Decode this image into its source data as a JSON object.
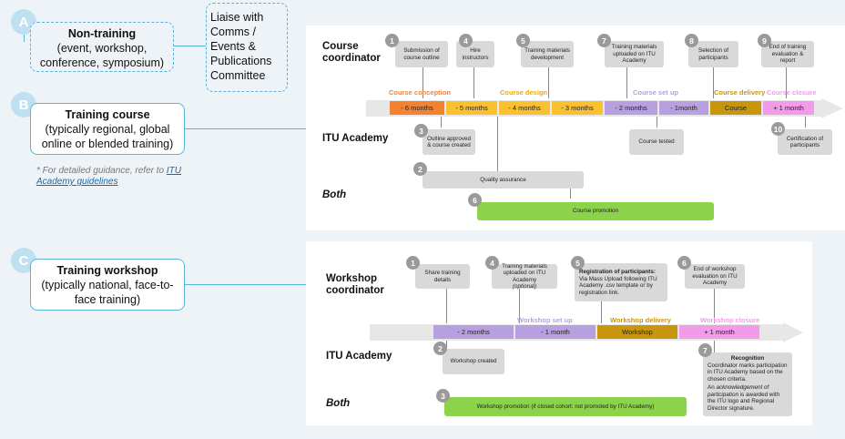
{
  "left": {
    "a": {
      "letter": "A",
      "title": "Non-training",
      "subtitle": "(event, workshop, conference, symposium)",
      "liaise": "Liaise with Comms / Events & Publications Committee"
    },
    "b": {
      "letter": "B",
      "title": "Training course",
      "subtitle": "(typically regional, global online or blended training)",
      "note_prefix": "* For detailed guidance, refer to ",
      "note_link": "ITU Academy guidelines"
    },
    "c": {
      "letter": "C",
      "title": "Training workshop",
      "subtitle": "(typically national, face-to-face training)"
    }
  },
  "course": {
    "roles": {
      "coordinator": "Course coordinator",
      "academy": "ITU Academy",
      "both": "Both"
    },
    "steps": [
      {
        "n": "1",
        "text": "Submission of course outline"
      },
      {
        "n": "4",
        "text": "Hire instructors"
      },
      {
        "n": "5",
        "text": "Training materials development"
      },
      {
        "n": "7",
        "text": "Training materials uploaded on ITU Academy"
      },
      {
        "n": "8",
        "text": "Selection of participants"
      },
      {
        "n": "9",
        "text": "End of training evaluation & report"
      },
      {
        "n": "3",
        "text": "Outline approved & course created"
      },
      {
        "n": "",
        "text": "Course tested"
      },
      {
        "n": "10",
        "text": "Certification of participants"
      },
      {
        "n": "2",
        "text": "Quality assurance"
      },
      {
        "n": "6",
        "text": "Course promotion"
      }
    ],
    "phases": [
      "Course conception",
      "Course design",
      "Course set up",
      "Course delivery",
      "Course closure"
    ],
    "timeline": [
      "- 6 months",
      "- 5 months",
      "- 4 months",
      "- 3 months",
      "- 2 months",
      "- 1month",
      "Course",
      "+ 1 month"
    ]
  },
  "workshop": {
    "roles": {
      "coordinator": "Workshop coordinator",
      "academy": "ITU Academy",
      "both": "Both"
    },
    "steps": [
      {
        "n": "1",
        "text": "Share training details"
      },
      {
        "n": "4",
        "text": "Training materials uploaded on ITU Academy",
        "note": "(optional)"
      },
      {
        "n": "5",
        "title": "Registration of participants:",
        "text": "Via Mass Upload following ITU Academy .csv template or by registration link."
      },
      {
        "n": "6",
        "text": "End of workshop evaluation on ITU Academy"
      },
      {
        "n": "2",
        "text": "Workshop created"
      },
      {
        "n": "7",
        "title": "Recognition",
        "text": "Coordinator marks participation in ITU Academy based on the chosen criteria.",
        "text2a": "An ",
        "text2em": "acknowledgement of participation",
        "text2b": " is awarded with the ITU logo and Regional Director signature."
      },
      {
        "n": "3",
        "text": "Workshop promotion",
        "note": "(if closed cohort: not promoted by ITU Academy)"
      }
    ],
    "phases": [
      "Workshop set up",
      "Workshop delivery",
      "Workshop closure"
    ],
    "timeline": [
      "- 2 months",
      "- 1 month",
      "Workshop",
      "+ 1 month"
    ]
  },
  "colors": {
    "orange": "#f58231",
    "yellow": "#fbc02d",
    "purple": "#b79fe0",
    "gold": "#c8960c",
    "pink": "#f29be8",
    "green": "#8bd34a",
    "connector": "#5bb4d6"
  }
}
